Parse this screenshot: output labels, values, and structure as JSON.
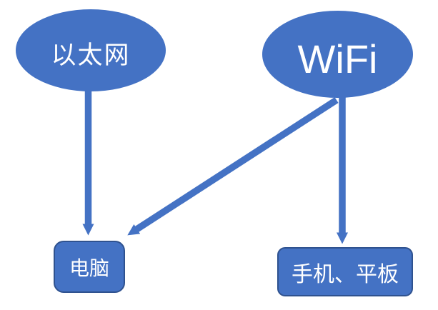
{
  "colors": {
    "canvas-bg": "#ffffff",
    "shape-fill": "#4472C4",
    "shape-border": "#2F528F",
    "arrow-color": "#4472C4",
    "label-color": "#ffffff"
  },
  "diagram": {
    "nodes": {
      "ethernet": {
        "label": "以太网",
        "shape": "ellipse"
      },
      "wifi": {
        "label": "WiFi",
        "shape": "ellipse"
      },
      "computer": {
        "label": "电脑",
        "shape": "rounded-rectangle"
      },
      "mobile": {
        "label": "手机、平板",
        "shape": "rounded-rectangle"
      }
    },
    "edges": [
      {
        "from": "以太网",
        "to": "电脑",
        "type": "arrow"
      },
      {
        "from": "WiFi",
        "to": "电脑",
        "type": "arrow"
      },
      {
        "from": "WiFi",
        "to": "手机、平板",
        "type": "arrow"
      }
    ]
  }
}
